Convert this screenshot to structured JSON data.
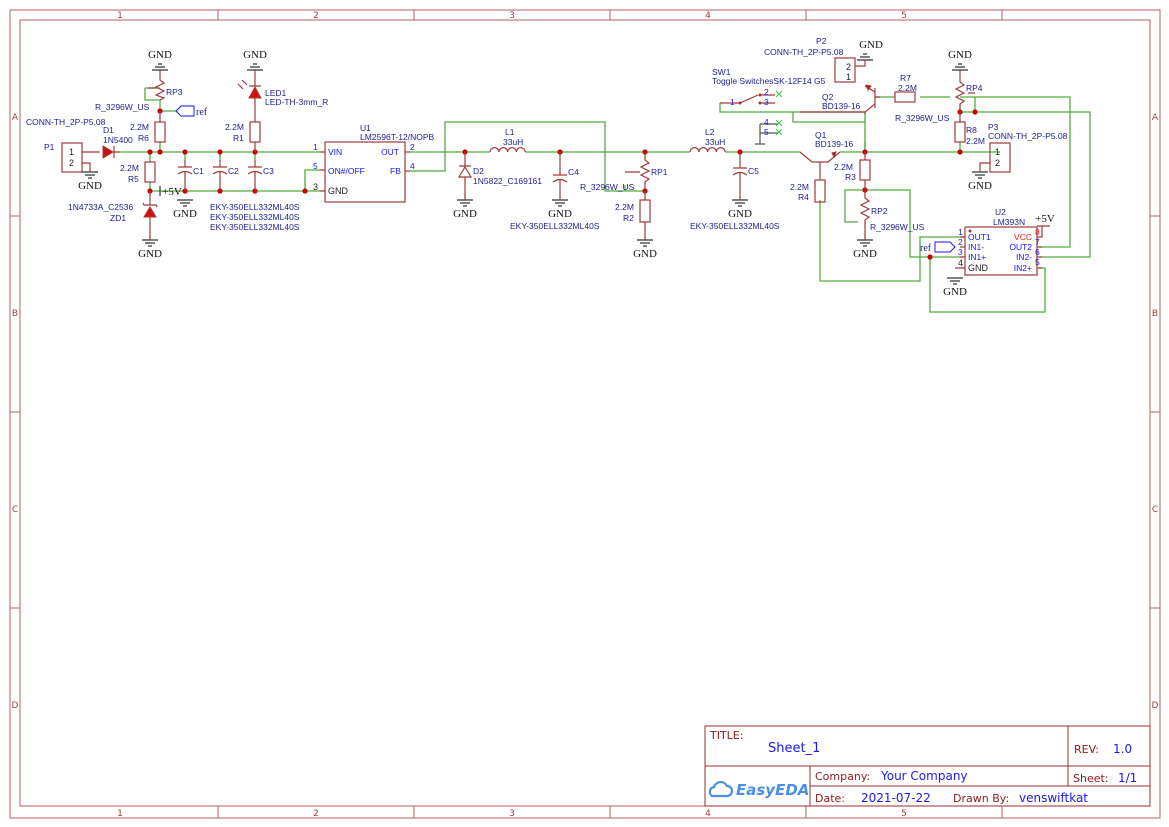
{
  "frame": {
    "columns": [
      "1",
      "2",
      "3",
      "4",
      "5"
    ],
    "rows": [
      "A",
      "B",
      "C",
      "D"
    ]
  },
  "title_block": {
    "title_label": "TITLE:",
    "title": "Sheet_1",
    "rev_label": "REV:",
    "rev": "1.0",
    "company_label": "Company:",
    "company": "Your Company",
    "sheet_label": "Sheet:",
    "sheet": "1/1",
    "date_label": "Date:",
    "date": "2021-07-22",
    "drawn_by_label": "Drawn By:",
    "drawn_by": "venswiftkat",
    "logo": "EasyEDA"
  },
  "net_labels": {
    "gnd": "GND",
    "vcc": "+5V",
    "ref": "ref"
  },
  "components": {
    "P1": {
      "designator": "P1",
      "part": "CONN-TH_2P-P5.08",
      "pins": [
        "1",
        "2"
      ]
    },
    "D1": {
      "designator": "D1",
      "part": "1N5400"
    },
    "RP3": {
      "designator": "RP3",
      "part": "R_3296W_US"
    },
    "R6": {
      "designator": "R6",
      "value": "2.2M"
    },
    "R5": {
      "designator": "R5",
      "value": "2.2M"
    },
    "ZD1": {
      "designator": "ZD1",
      "part": "1N4733A_C2536"
    },
    "C1": {
      "designator": "C1"
    },
    "C2": {
      "designator": "C2"
    },
    "C3": {
      "designator": "C3"
    },
    "C123_part": [
      "EKY-350ELL332ML40S",
      "EKY-350ELL332ML40S",
      "EKY-350ELL332ML40S"
    ],
    "LED1": {
      "designator": "LED1",
      "part": "LED-TH-3mm_R"
    },
    "R1": {
      "designator": "R1",
      "value": "2.2M"
    },
    "U1": {
      "designator": "U1",
      "part": "LM2596T-12/NOPB",
      "pins": [
        {
          "num": "1",
          "name": "VIN"
        },
        {
          "num": "5",
          "name": "ON#/OFF"
        },
        {
          "num": "3",
          "name": "GND"
        },
        {
          "num": "2",
          "name": "OUT"
        },
        {
          "num": "4",
          "name": "FB"
        }
      ]
    },
    "D2": {
      "designator": "D2",
      "part": "1N5822_C169161"
    },
    "L1": {
      "designator": "L1",
      "value": "33uH"
    },
    "C4": {
      "designator": "C4",
      "part": "EKY-350ELL332ML40S"
    },
    "RP1": {
      "designator": "RP1",
      "part": "R_3296W_US"
    },
    "R2": {
      "designator": "R2",
      "value": "2.2M"
    },
    "L2": {
      "designator": "L2",
      "value": "33uH"
    },
    "C5": {
      "designator": "C5",
      "part": "EKY-350ELL332ML40S"
    },
    "SW1": {
      "designator": "SW1",
      "part": "Toggle SwitchesSK-12F14 G5",
      "pins": [
        "1",
        "2",
        "3",
        "4",
        "5"
      ]
    },
    "P2": {
      "designator": "P2",
      "part": "CONN-TH_2P-P5.08",
      "pins": [
        "2",
        "1"
      ]
    },
    "Q2": {
      "designator": "Q2",
      "part": "BD139-16"
    },
    "R7": {
      "designator": "R7",
      "value": "2.2M"
    },
    "RP4": {
      "designator": "RP4",
      "part": "R_3296W_US"
    },
    "R8": {
      "designator": "R8",
      "value": "2.2M"
    },
    "P3": {
      "designator": "P3",
      "part": "CONN-TH_2P-P5.08",
      "pins": [
        "1",
        "2"
      ]
    },
    "Q1": {
      "designator": "Q1",
      "part": "BD139-16"
    },
    "R4": {
      "designator": "R4",
      "value": "2.2M"
    },
    "R3": {
      "designator": "R3",
      "value": "2.2M"
    },
    "RP2": {
      "designator": "RP2",
      "part": "R_3296W_US"
    },
    "U2": {
      "designator": "U2",
      "part": "LM393N",
      "pins": [
        {
          "num": "1",
          "name": "OUT1"
        },
        {
          "num": "2",
          "name": "IN1-"
        },
        {
          "num": "3",
          "name": "IN1+"
        },
        {
          "num": "4",
          "name": "GND"
        },
        {
          "num": "8",
          "name": "VCC"
        },
        {
          "num": "7",
          "name": "OUT2"
        },
        {
          "num": "6",
          "name": "IN2-"
        },
        {
          "num": "5",
          "name": "IN2+"
        }
      ]
    }
  },
  "colors": {
    "wire": "#4fae3f",
    "component": "#a03a3a",
    "text": "#1c1c96",
    "pin_number": "#1515ff",
    "junction": "#cc0000",
    "frame": "#b06060",
    "vcc_pin": "#ff2020"
  }
}
